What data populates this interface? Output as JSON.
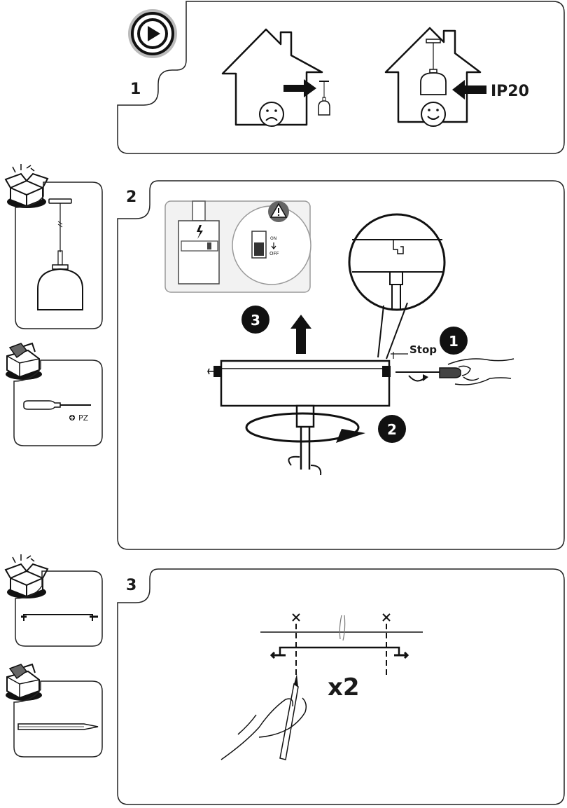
{
  "step1": {
    "number": "1",
    "ip_label": "IP20",
    "icons": [
      "play-icon",
      "house-sad-icon",
      "house-happy-icon"
    ]
  },
  "step2": {
    "number": "2",
    "stop_label": "Stop",
    "sub_steps": [
      "1",
      "2",
      "3"
    ],
    "switch_on": "ON",
    "switch_off": "OFF",
    "icons": [
      "warning-icon",
      "lightning-icon",
      "rotate-arrow-icon",
      "up-arrow-icon"
    ]
  },
  "step3": {
    "number": "3",
    "quantity": "x2",
    "icons": [
      "pencil-icon",
      "hand-icon",
      "bracket-icon"
    ]
  },
  "sidebar": {
    "screwdriver_label": "PZ",
    "icons": [
      "box-contents-icon",
      "toolbox-icon",
      "screwdriver-icon",
      "pencil-icon"
    ]
  }
}
